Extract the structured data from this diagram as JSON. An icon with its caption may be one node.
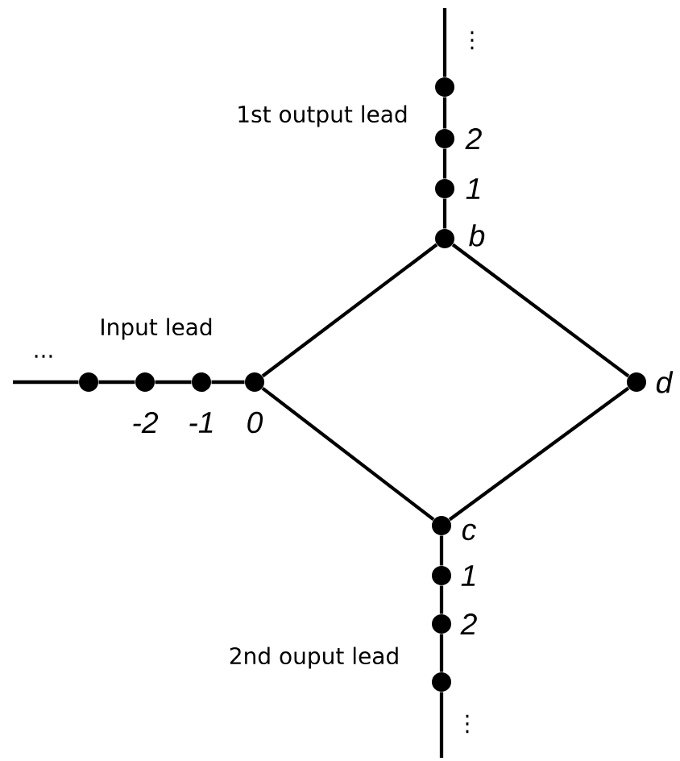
{
  "diagram": {
    "nodes": [
      {
        "text": [],
        "shape": "circle"
      },
      {
        "text": [],
        "shape": "circle",
        "beside": [
          "2"
        ]
      },
      {
        "text": [],
        "shape": "circle",
        "beside": [
          "1"
        ]
      },
      {
        "text": [],
        "shape": "circle",
        "beside": [
          "b"
        ]
      },
      {
        "text": [],
        "shape": "circle"
      },
      {
        "text": [],
        "shape": "circle",
        "beside": [
          "-2"
        ]
      },
      {
        "text": [],
        "shape": "circle",
        "beside": [
          "-1"
        ]
      },
      {
        "text": [],
        "shape": "circle",
        "beside": [
          "0"
        ]
      },
      {
        "text": [],
        "shape": "circle",
        "beside": [
          "d"
        ]
      },
      {
        "text": [],
        "shape": "circle",
        "beside": [
          "c"
        ]
      },
      {
        "text": [],
        "shape": "circle",
        "beside": [
          "1"
        ]
      },
      {
        "text": [],
        "shape": "circle",
        "beside": [
          "2"
        ]
      },
      {
        "text": [],
        "shape": "circle"
      }
    ],
    "edges": [
      {
        "from": null,
        "to": 0,
        "arrow": "none"
      },
      {
        "from": 0,
        "to": 1,
        "arrow": "none"
      },
      {
        "from": 1,
        "to": 2,
        "arrow": "none"
      },
      {
        "from": 2,
        "to": 3,
        "arrow": "none"
      },
      {
        "from": null,
        "to": 4,
        "arrow": "none"
      },
      {
        "from": 4,
        "to": 5,
        "arrow": "none"
      },
      {
        "from": 5,
        "to": 6,
        "arrow": "none"
      },
      {
        "from": 6,
        "to": 7,
        "arrow": "none"
      },
      {
        "from": 7,
        "to": 3,
        "arrow": "none"
      },
      {
        "from": 3,
        "to": 8,
        "arrow": "none"
      },
      {
        "from": 7,
        "to": 9,
        "arrow": "none"
      },
      {
        "from": 9,
        "to": 8,
        "arrow": "none"
      },
      {
        "from": 9,
        "to": 10,
        "arrow": "none"
      },
      {
        "from": 10,
        "to": 11,
        "arrow": "none"
      },
      {
        "from": 11,
        "to": 12,
        "arrow": "none"
      },
      {
        "from": 12,
        "to": null,
        "arrow": "none"
      }
    ],
    "labels": [
      "⋮",
      "1st output lead",
      "...",
      "Input lead",
      "2nd ouput lead",
      "⋮"
    ]
  }
}
